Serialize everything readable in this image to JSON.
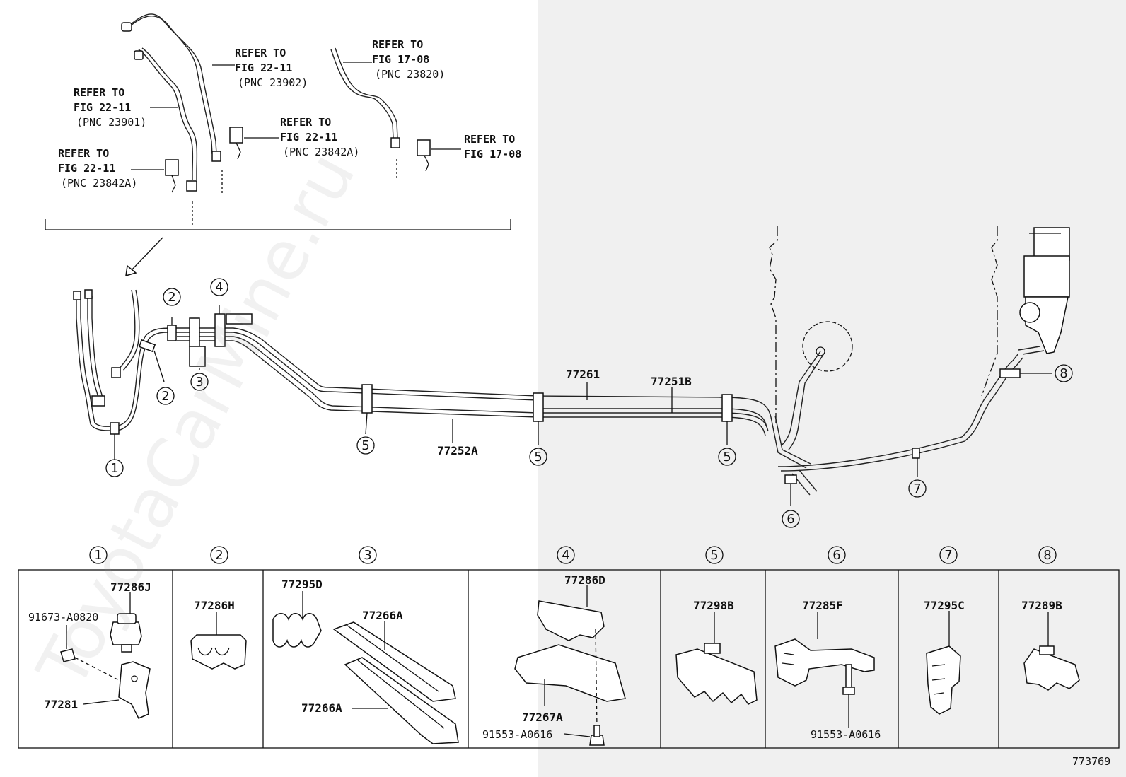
{
  "refs": [
    {
      "l1": "REFER TO",
      "l2": "FIG 22-11",
      "l3": "(PNC 23902)"
    },
    {
      "l1": "REFER TO",
      "l2": "FIG 17-08",
      "l3": "(PNC 23820)"
    },
    {
      "l1": "REFER TO",
      "l2": "FIG 22-11",
      "l3": "(PNC 23901)"
    },
    {
      "l1": "REFER TO",
      "l2": "FIG 22-11",
      "l3": "(PNC 23842A)"
    },
    {
      "l1": "REFER TO",
      "l2": "FIG 17-08"
    },
    {
      "l1": "REFER TO",
      "l2": "FIG 22-11",
      "l3": "(PNC 23842A)"
    }
  ],
  "main_parts": [
    "77261",
    "77251B",
    "77252A"
  ],
  "callouts": [
    "1",
    "2",
    "3",
    "4",
    "5",
    "6",
    "7",
    "8"
  ],
  "panels": [
    {
      "num": "1",
      "parts": [
        "77286J",
        "91673-A0820",
        "77281"
      ]
    },
    {
      "num": "2",
      "parts": [
        "77286H"
      ]
    },
    {
      "num": "3",
      "parts": [
        "77295D",
        "77266A",
        "77266A"
      ]
    },
    {
      "num": "4",
      "parts": [
        "77286D",
        "77267A",
        "91553-A0616"
      ]
    },
    {
      "num": "5",
      "parts": [
        "77298B"
      ]
    },
    {
      "num": "6",
      "parts": [
        "77285F",
        "91553-A0616"
      ]
    },
    {
      "num": "7",
      "parts": [
        "77295C"
      ]
    },
    {
      "num": "8",
      "parts": [
        "77289B"
      ]
    }
  ],
  "figure_id": "773769",
  "watermark": "ToyotaCarMine.ru"
}
